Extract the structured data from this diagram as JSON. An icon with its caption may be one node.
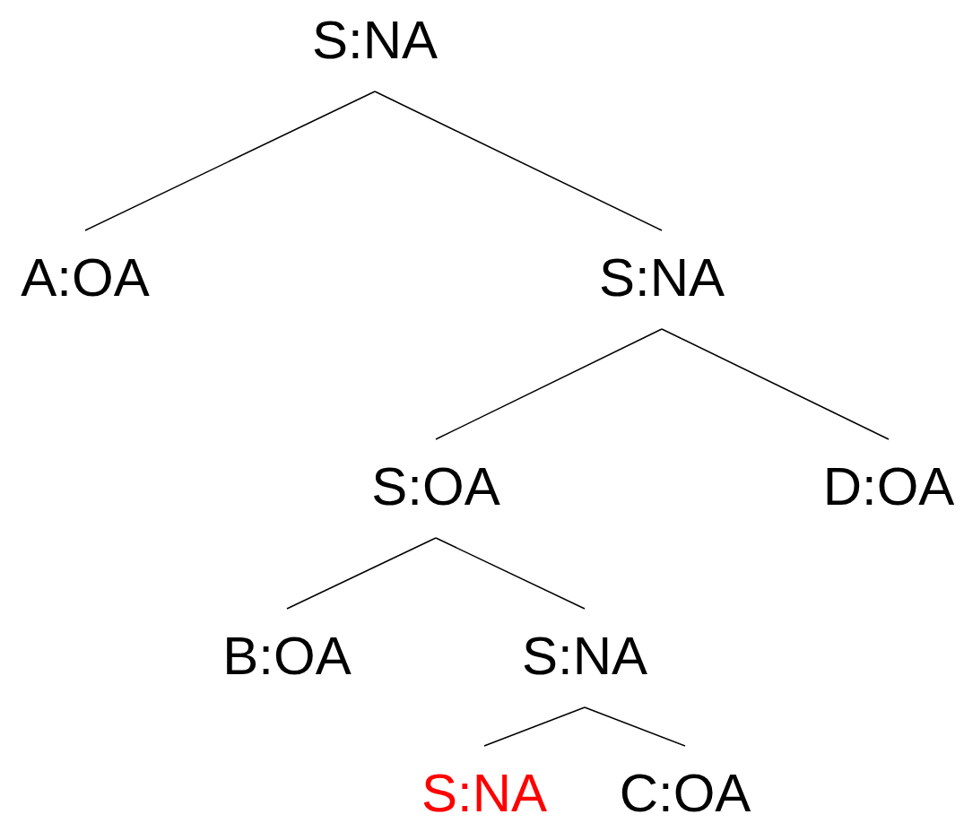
{
  "diagram": {
    "nodes": [
      {
        "text": [
          "S:NA"
        ]
      },
      {
        "text": [
          "A:OA"
        ]
      },
      {
        "text": [
          "S:NA"
        ]
      },
      {
        "text": [
          "S:OA"
        ]
      },
      {
        "text": [
          "D:OA"
        ]
      },
      {
        "text": [
          "B:OA"
        ]
      },
      {
        "text": [
          "S:NA"
        ]
      },
      {
        "text": [
          "S:NA"
        ]
      },
      {
        "text": [
          "C:OA"
        ]
      }
    ],
    "edges": [
      {
        "from": 0,
        "to": 1,
        "arrow": "none"
      },
      {
        "from": 0,
        "to": 2,
        "arrow": "none"
      },
      {
        "from": 2,
        "to": 3,
        "arrow": "none"
      },
      {
        "from": 2,
        "to": 4,
        "arrow": "none"
      },
      {
        "from": 3,
        "to": 5,
        "arrow": "none"
      },
      {
        "from": 3,
        "to": 6,
        "arrow": "none"
      },
      {
        "from": 6,
        "to": 7,
        "arrow": "none"
      },
      {
        "from": 6,
        "to": 8,
        "arrow": "none"
      }
    ]
  }
}
